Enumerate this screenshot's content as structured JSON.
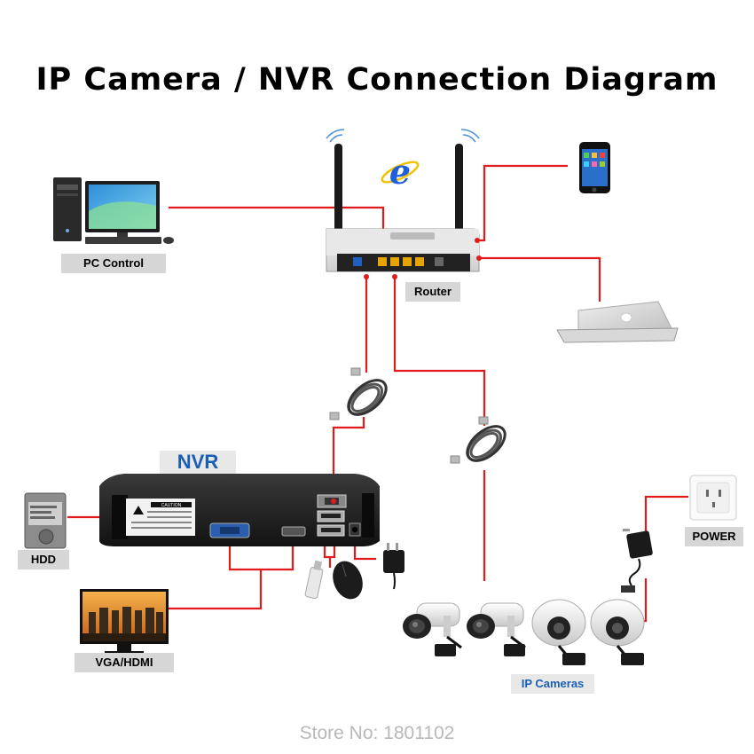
{
  "title": "IP Camera / NVR Connection Diagram",
  "labels": {
    "pc_control": "PC Control",
    "router": "Router",
    "nvr": "NVR",
    "hdd": "HDD",
    "vga_hdmi": "VGA/HDMI",
    "ip_cameras": "IP Cameras",
    "power": "POWER",
    "caution": "CAUTION",
    "ie_logo": "e"
  },
  "footer": "Store No: 1801102",
  "colors": {
    "wire": "#e01b1b",
    "label_bg": "#d6d6d6",
    "accent_blue": "#1a5fb4"
  }
}
